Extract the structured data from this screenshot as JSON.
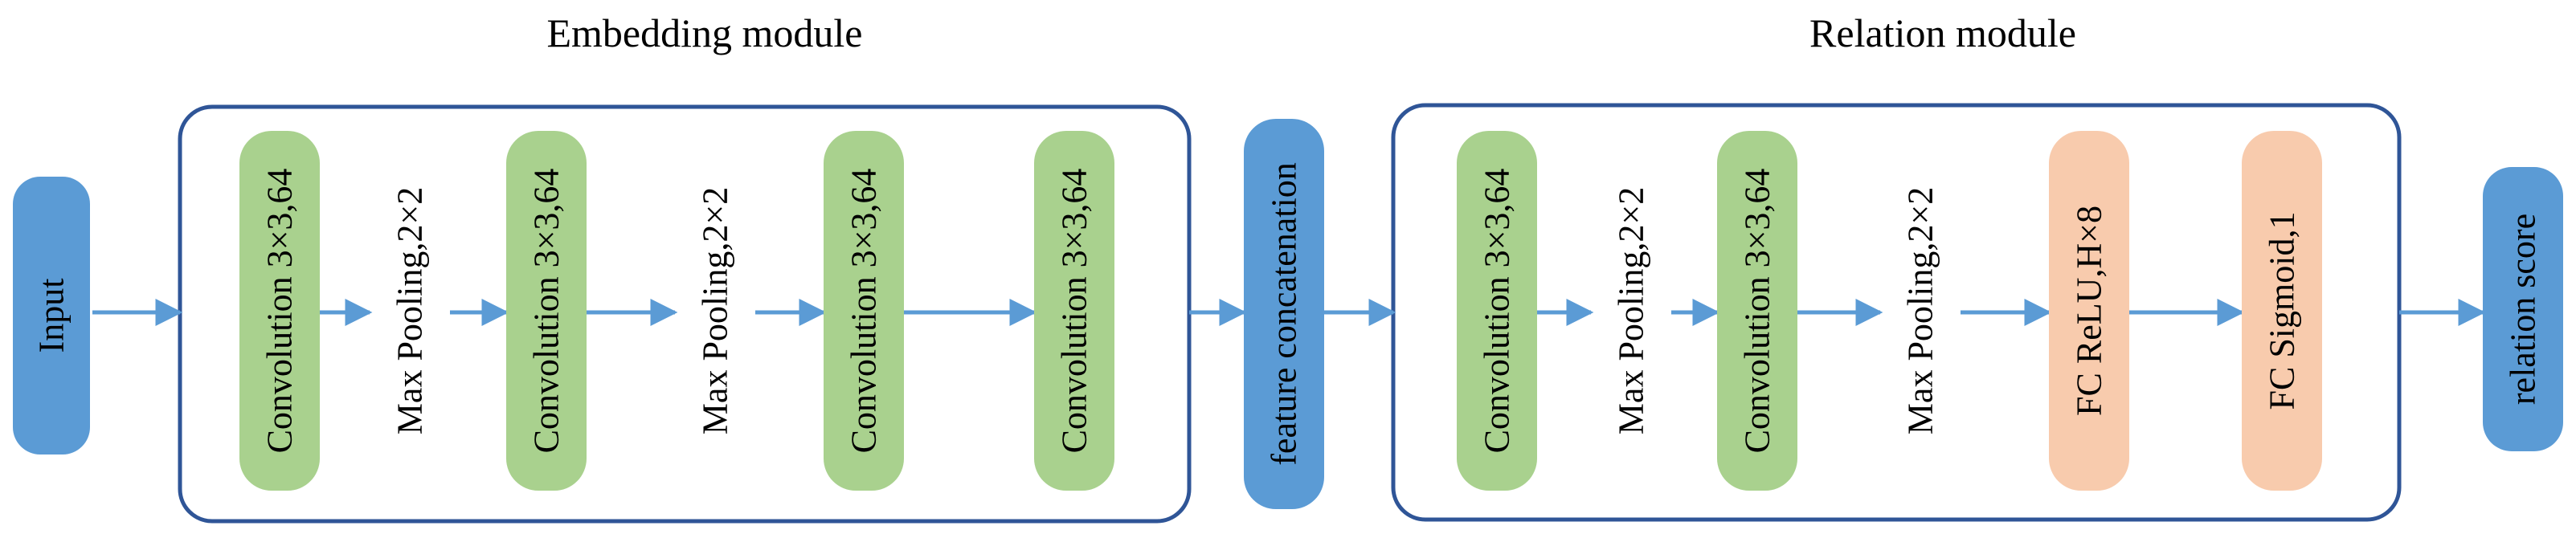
{
  "titles": {
    "embedding": "Embedding module",
    "relation": "Relation module"
  },
  "nodes": {
    "input": "Input",
    "emb_conv1": "Convolution 3×3,64",
    "emb_pool1": "Max Pooling,2×2",
    "emb_conv2": "Convolution 3×3,64",
    "emb_pool2": "Max Pooling,2×2",
    "emb_conv3": "Convolution 3×3,64",
    "emb_conv4": "Convolution 3×3,64",
    "concat": "feature concatenation",
    "rel_conv1": "Convolution 3×3,64",
    "rel_pool1": "Max Pooling,2×2",
    "rel_conv2": "Convolution 3×3,64",
    "rel_pool2": "Max Pooling,2×2",
    "fc_relu": "FC ReLU,H×8",
    "fc_sigmoid": "FC Sigmoid,1",
    "output": "relation score"
  },
  "colors": {
    "blue_node": "#5b9bd5",
    "green_node": "#a9d18e",
    "orange_node": "#f8cbad",
    "arrow": "#5b9bd5",
    "frame": "#2f5597"
  }
}
